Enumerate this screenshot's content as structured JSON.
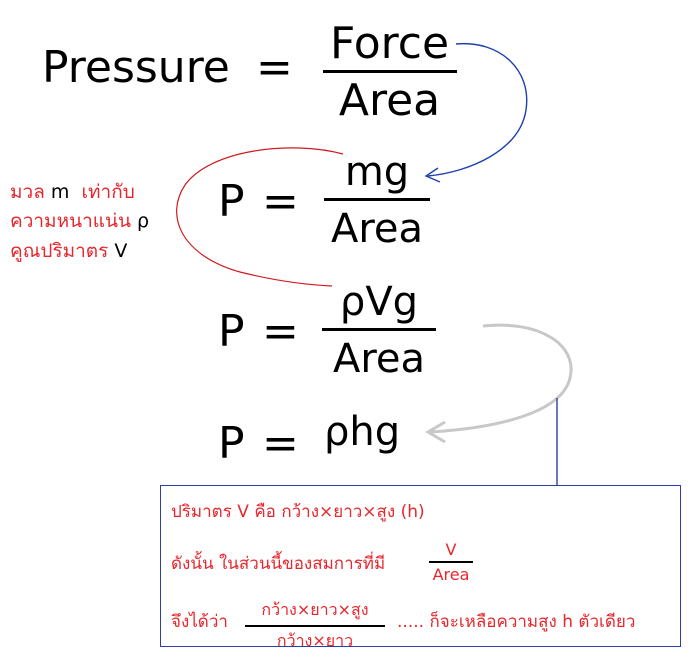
{
  "eq1": {
    "lhs": "Pressure",
    "equals": "=",
    "numerator": "Force",
    "denominator": "Area"
  },
  "eq2": {
    "lhs": "P",
    "equals": "=",
    "numerator": "mg",
    "denominator": "Area"
  },
  "eq3": {
    "lhs": "P",
    "equals": "=",
    "numerator": "ρVg",
    "denominator": "Area"
  },
  "eq4": {
    "lhs": "P",
    "equals": "=",
    "rhs": "ρhg"
  },
  "note": {
    "line1_text": "มวล",
    "line1_sym": "m",
    "line1_text2": "เท่ากับ",
    "line2_text": "ความหนาแน่น",
    "line2_sym": "ρ",
    "line3_text": "คูณปริมาตร",
    "line3_sym": "V"
  },
  "box": {
    "line1": {
      "text_a": "ปริมาตร",
      "sym": "V",
      "text_b": "คือ",
      "formula": "กว้าง×ยาว×สูง",
      "paren": "(h)"
    },
    "line2": {
      "text": "ดังนั้น ในส่วนนี้ของสมการที่มี",
      "frac_num": "V",
      "frac_den": "Area"
    },
    "line3": {
      "text": "จึงได้ว่า",
      "frac_num": "กว้าง×ยาว×สูง",
      "frac_den": "กว้าง×ยาว",
      "dots": ".....",
      "text_end_a": "ก็จะเหลือความสูง",
      "sym": "h",
      "text_end_b": "ตัวเดียว"
    }
  },
  "colors": {
    "blue_arrow": "#1f3fae",
    "red_arrow": "#d0191f",
    "gray_arrow": "#c8c8c8",
    "box_border": "#2b3fa6",
    "highlight_text": "#e8262c"
  }
}
